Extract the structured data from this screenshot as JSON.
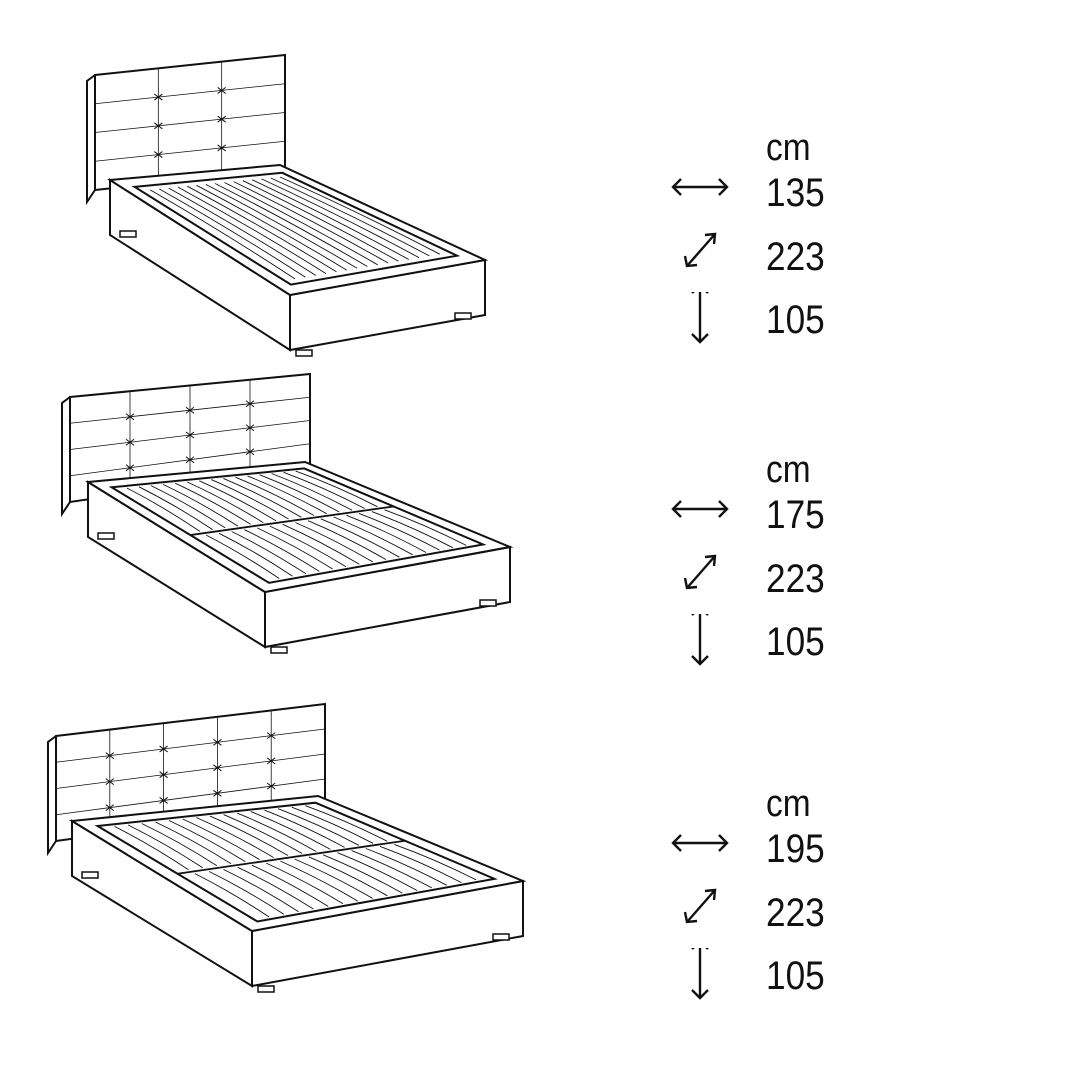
{
  "variants": [
    {
      "unit": "cm",
      "width": "135",
      "length": "223",
      "height": "105",
      "base_panels": 1,
      "headboard_columns": 3
    },
    {
      "unit": "cm",
      "width": "175",
      "length": "223",
      "height": "105",
      "base_panels": 2,
      "headboard_columns": 4
    },
    {
      "unit": "cm",
      "width": "195",
      "length": "223",
      "height": "105",
      "base_panels": 2,
      "headboard_columns": 5
    }
  ],
  "icons": {
    "width": "horizontal-double-arrow-icon",
    "length": "diagonal-double-arrow-icon",
    "height": "vertical-double-arrow-icon"
  },
  "colors": {
    "line": "#111111",
    "background": "#ffffff"
  }
}
